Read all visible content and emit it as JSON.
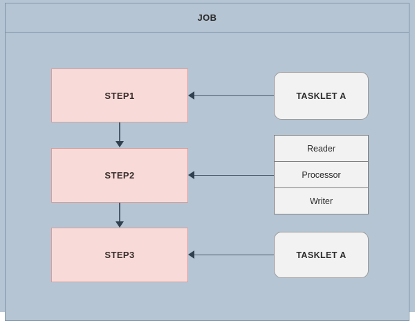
{
  "diagram": {
    "title": "JOB",
    "background_color": "#b6c5d3",
    "container_border_color": "#7d93a8",
    "steps": [
      {
        "id": "step1",
        "label": "STEP1"
      },
      {
        "id": "step2",
        "label": "STEP2"
      },
      {
        "id": "step3",
        "label": "STEP3"
      }
    ],
    "step_style": {
      "fill": "#f8dbd8",
      "stroke": "#d79e9c"
    },
    "tasklets": [
      {
        "id": "tasklet-a-1",
        "label": "TASKLET A",
        "attached_to": "step1"
      },
      {
        "id": "tasklet-a-2",
        "label": "TASKLET A",
        "attached_to": "step3"
      }
    ],
    "tasklet_style": {
      "fill": "#f2f2f2",
      "stroke": "#9a9a9a"
    },
    "chunk_stack": {
      "attached_to": "step2",
      "rows": [
        {
          "label": "Reader"
        },
        {
          "label": "Processor"
        },
        {
          "label": "Writer"
        }
      ],
      "fill": "#f2f2f2",
      "stroke": "#7f7f7f"
    },
    "connectors": {
      "arrow_color": "#30404f",
      "flow": [
        {
          "from": "step1",
          "to": "step2",
          "direction": "down"
        },
        {
          "from": "step2",
          "to": "step3",
          "direction": "down"
        },
        {
          "from": "tasklet-a-1",
          "to": "step1",
          "direction": "left"
        },
        {
          "from": "chunk_stack",
          "to": "step2",
          "direction": "left"
        },
        {
          "from": "tasklet-a-2",
          "to": "step3",
          "direction": "left"
        }
      ]
    }
  }
}
